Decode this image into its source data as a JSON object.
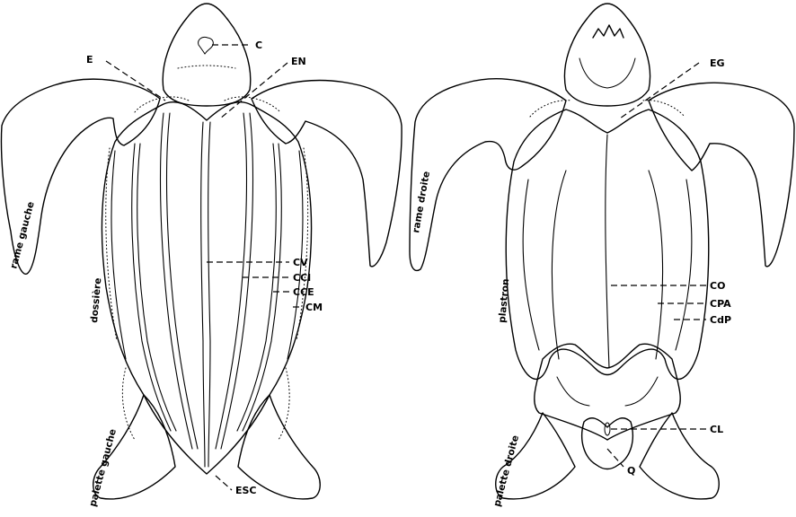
{
  "labels": {
    "C": "C",
    "E": "E",
    "EN": "EN",
    "EG": "EG",
    "CV": "CV",
    "CCI": "CCI",
    "CCE": "CCE",
    "CM": "CM",
    "CO": "CO",
    "CPA": "CPA",
    "CdP": "CdP",
    "CL": "CL",
    "Q": "Q",
    "ESC": "ESC",
    "rame_gauche": "rame gauche",
    "rame_droite": "rame droite",
    "dossiere": "dossière",
    "plastron": "plastron",
    "palette_gauche": "palette gauche",
    "palette_droite": "palette droite"
  }
}
